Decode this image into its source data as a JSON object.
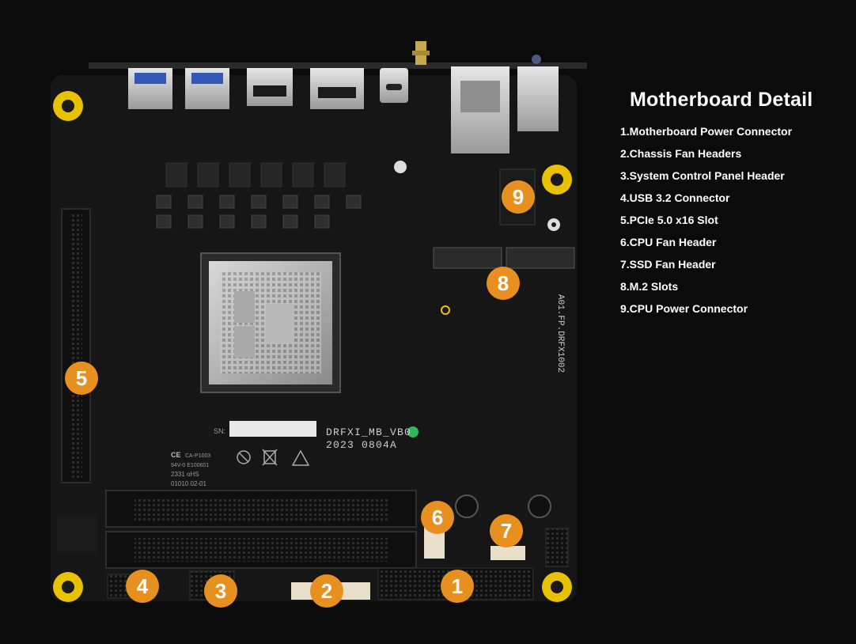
{
  "legend": {
    "title": "Motherboard Detail",
    "items": [
      "1.Motherboard Power Connector",
      "2.Chassis Fan Headers",
      "3.System Control Panel Header",
      "4.USB 3.2 Connector",
      "5.PCIe 5.0 x16 Slot",
      "6.CPU Fan Header",
      "7.SSD Fan Header",
      "8.M.2 Slots",
      "9.CPU Power Connector"
    ]
  },
  "markers": [
    "1",
    "2",
    "3",
    "4",
    "5",
    "6",
    "7",
    "8",
    "9"
  ],
  "board_print": {
    "model": "DRFXI_MB_VB0",
    "date": "2023 0804A",
    "side_label": "A01.FP.DRFX1002",
    "sn_label": "SN:",
    "cert_1": "CE",
    "cert_2": "CA-P1003",
    "cert_3": "94V-0  E100601",
    "cert_4": "2331   oHS",
    "cert_5": "01010  02-01"
  },
  "colors": {
    "background": "#0b0b0b",
    "board": "#161616",
    "marker": "#e8901f",
    "mount_gold": "#e8c200",
    "legend_text": "#ffffff"
  }
}
